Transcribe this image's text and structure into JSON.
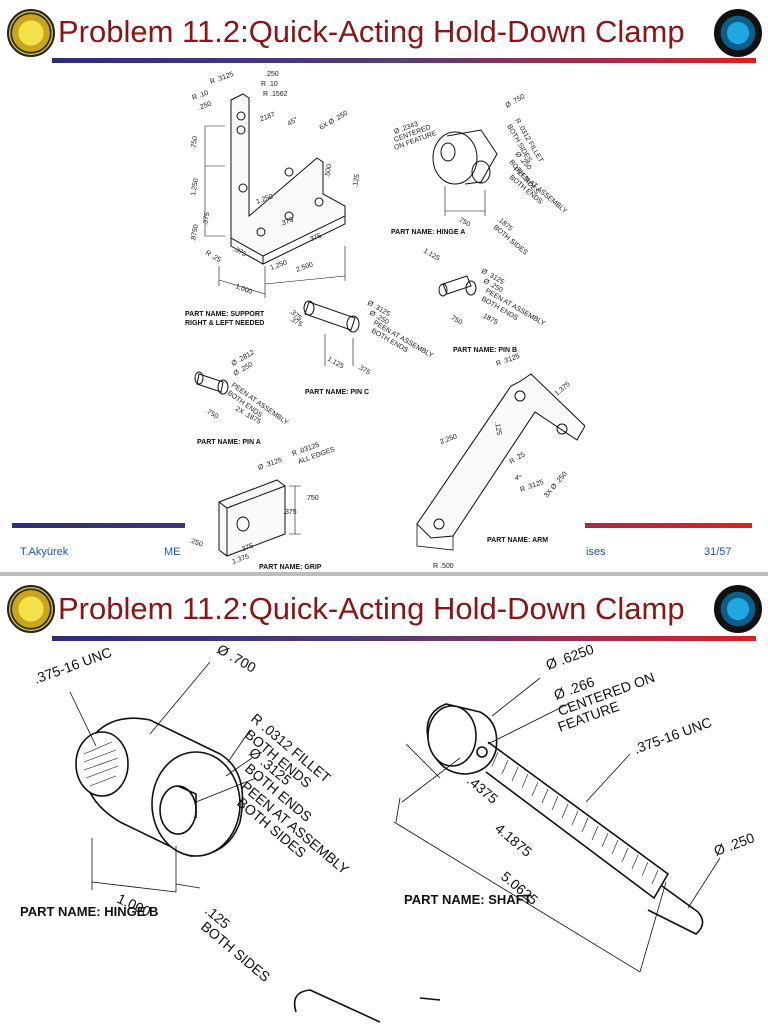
{
  "slides": [
    {
      "title": "Problem 11.2:Quick-Acting Hold-Down Clamp",
      "footer": {
        "author": "T.Akyürek",
        "course": "ME",
        "topic_fragment": "ises",
        "page": "31/57"
      },
      "drawings": {
        "support": {
          "part_name": "PART NAME: SUPPORT",
          "part_note": "RIGHT & LEFT NEEDED",
          "dims": {
            "r3125": "R .3125",
            "d250a": ".250",
            "r10a": "R .10",
            "r10b": "R .10",
            "r1562": "R .1562",
            "d250b": ".250",
            "d2187": ".2187",
            "deg45": "45°",
            "holes": "6X Ø .250",
            "d750": ".750",
            "d500": ".500",
            "d125": ".125",
            "d1250v": "1.250",
            "d1250h": "1.250",
            "d375a": ".375",
            "d375b": ".375",
            "d8750": ".8750",
            "d375c": ".375",
            "r25": "R .25",
            "d375d": ".375",
            "d1250b": "1.250",
            "d2500": "2.500",
            "d1000": "1.000",
            "d375e": ".375"
          }
        },
        "hinge_a": {
          "part_name": "PART NAME: HINGE A",
          "dims": {
            "dia750": "Ø .750",
            "dia2343": "Ø .2343",
            "centered": "CENTERED",
            "on_feature": "ON FEATURE",
            "fillet": "R .0312 FILLET",
            "fillet2": "BOTH SIDES",
            "dia250": "Ø .250",
            "both": "BOTH SIDES",
            "peen": "PEEN AT ASSEMBLY",
            "peen2": "BOTH ENDS",
            "d750": ".750",
            "d1875": ".1875",
            "d1875b": "BOTH SIDES"
          }
        },
        "pin_b": {
          "part_name": "PART NAME: PIN B",
          "dims": {
            "d1125": "1.125",
            "dia3125": "Ø .3125",
            "dia250": "Ø .250",
            "peen": "PEEN AT ASSEMBLY",
            "peen2": "BOTH ENDS",
            "d750": ".750",
            "d1875": ".1875"
          }
        },
        "pin_c": {
          "part_name": "PART NAME: PIN C",
          "dims": {
            "d375": ".375",
            "dia3125": "Ø .3125",
            "dia250": "Ø .250",
            "peen": "PEEN AT ASSEMBLY",
            "peen2": "BOTH ENDS",
            "d1125": "1.125",
            "d375b": ".375"
          }
        },
        "pin_a": {
          "part_name": "PART NAME: PIN A",
          "dims": {
            "dia2812": "Ø .2812",
            "dia250": "Ø .250",
            "peen": "PEEN AT ASSEMBLY",
            "peen2": "BOTH ENDS",
            "d750": ".750",
            "d1875": "2X .1875"
          }
        },
        "arm": {
          "part_name": "PART NAME: ARM",
          "dims": {
            "r3125": "R .3125",
            "d1375": "1.375",
            "d2250": "2.250",
            "d125": ".125",
            "r25": "R .25",
            "deg4": "4°",
            "r3125b": "R .3125",
            "holes": "3X Ø .250",
            "r500": "R .500"
          }
        },
        "grip": {
          "part_name": "PART NAME: GRIP",
          "dims": {
            "dia3125": "Ø .3125",
            "r03125": "R .03125",
            "alledges": "ALL EDGES",
            "d750": ".750",
            "d375": ".375",
            "d250": ".250",
            "d375b": ".375",
            "d1375": "1.375"
          }
        }
      }
    },
    {
      "title": "Problem 11.2:Quick-Acting Hold-Down Clamp",
      "drawings": {
        "hinge_b": {
          "part_name": "PART NAME: HINGE B",
          "dims": {
            "thread": ".375-16 UNC",
            "dia700": "Ø .700",
            "fillet1": "R .0312 FILLET",
            "fillet2": "BOTH ENDS",
            "dia3125": "Ø .3125",
            "dia3125b": "BOTH ENDS",
            "peen1": "PEEN AT ASSEMBLY",
            "peen2": "BOTH SIDES",
            "d1000": "1.000",
            "d125": ".125",
            "d125b": "BOTH SIDES"
          }
        },
        "shaft": {
          "part_name": "PART NAME: SHAFT",
          "dims": {
            "dia6250": "Ø .6250",
            "dia266": "Ø .266",
            "centered": "CENTERED ON",
            "feature": "FEATURE",
            "thread": ".375-16 UNC",
            "d4375": ".4375",
            "d41875": "4.1875",
            "d50625": "5.0625",
            "dia250": "Ø .250"
          }
        }
      }
    }
  ]
}
